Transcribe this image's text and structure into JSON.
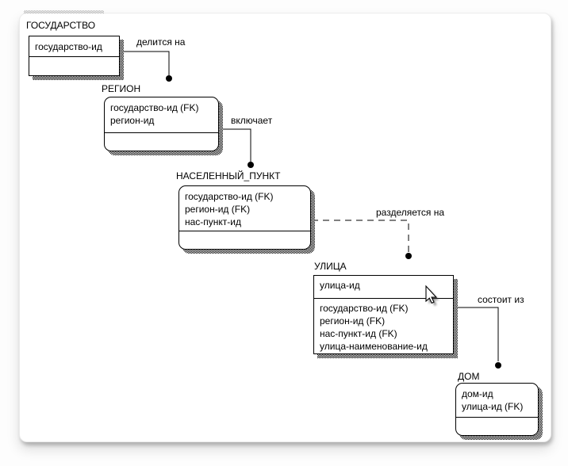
{
  "colors": {
    "line": "#000000",
    "text": "#000000",
    "entity_bg": "#ffffff",
    "canvas_bg": "#ffffff",
    "shadow_pattern": "black-white-dither"
  },
  "cursor": {
    "icon": "mouse-arrow-cursor"
  },
  "diagram": {
    "notation": "IDEF1X",
    "entities": [
      {
        "name": "ГОСУДАРСТВО",
        "type": "independent",
        "keys": [
          "государство-ид"
        ],
        "attributes": []
      },
      {
        "name": "РЕГИОН",
        "type": "dependent",
        "keys": [
          "государство-ид (FK)",
          "регион-ид"
        ],
        "attributes": []
      },
      {
        "name": "НАСЕЛЕННЫЙ_ПУНКТ",
        "type": "dependent",
        "keys": [
          "государство-ид (FK)",
          "регион-ид (FK)",
          "нас-пункт-ид"
        ],
        "attributes": []
      },
      {
        "name": "УЛИЦА",
        "type": "independent",
        "keys": [
          "улица-ид"
        ],
        "attributes": [
          "государство-ид (FK)",
          "регион-ид (FK)",
          "нас-пункт-ид (FK)",
          "улица-наименование-ид"
        ]
      },
      {
        "name": "ДОМ",
        "type": "dependent",
        "keys": [
          "дом-ид",
          "улица-ид (FK)"
        ],
        "attributes": []
      }
    ],
    "relationships": [
      {
        "label": "делится на",
        "from": "ГОСУДАРСТВО",
        "to": "РЕГИОН",
        "style": "solid"
      },
      {
        "label": "включает",
        "from": "РЕГИОН",
        "to": "НАСЕЛЕННЫЙ_ПУНКТ",
        "style": "solid"
      },
      {
        "label": "разделяется на",
        "from": "НАСЕЛЕННЫЙ_ПУНКТ",
        "to": "УЛИЦА",
        "style": "dashed"
      },
      {
        "label": "состоит из",
        "from": "УЛИЦА",
        "to": "ДОМ",
        "style": "solid"
      }
    ]
  }
}
